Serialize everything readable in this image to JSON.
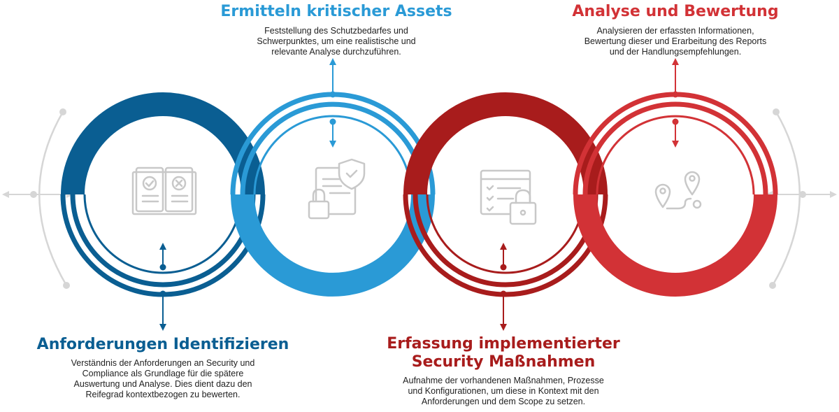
{
  "colors": {
    "dark_blue": "#0a5e92",
    "light_blue": "#2a9ad6",
    "dark_red": "#a81c1c",
    "red": "#d23236",
    "icon_gray": "#c8c8c8",
    "frame_gray": "#d6d6d6"
  },
  "steps": [
    {
      "title": "Anforderungen Identifizieren",
      "description": [
        "Verständnis der Anforderungen an Security und",
        "Compliance als Grundlage für die spätere",
        "Auswertung und Analyse. Dies dient dazu den",
        "Reifegrad kontextbezogen zu bewerten."
      ],
      "icon": "document-checklist-icon"
    },
    {
      "title": "Ermitteln kritischer Assets",
      "description": [
        "Feststellung des Schutzbedarfes und",
        "Schwerpunktes, um eine realistische und",
        "relevante Analyse durchzuführen."
      ],
      "icon": "secure-document-icon"
    },
    {
      "title_lines": [
        "Erfassung implementierter",
        "Security Maßnahmen"
      ],
      "description": [
        "Aufnahme der vorhandenen Maßnahmen, Prozesse",
        "und Konfigurationen, um diese in Kontext mit den",
        "Anforderungen und dem Scope zu setzen."
      ],
      "icon": "checklist-lock-icon"
    },
    {
      "title": "Analyse und Bewertung",
      "description": [
        "Analysieren der erfassten Informationen,",
        "Bewertung dieser und Erarbeitung des Reports",
        "und der Handlungsempfehlungen."
      ],
      "icon": "route-map-icon"
    }
  ]
}
